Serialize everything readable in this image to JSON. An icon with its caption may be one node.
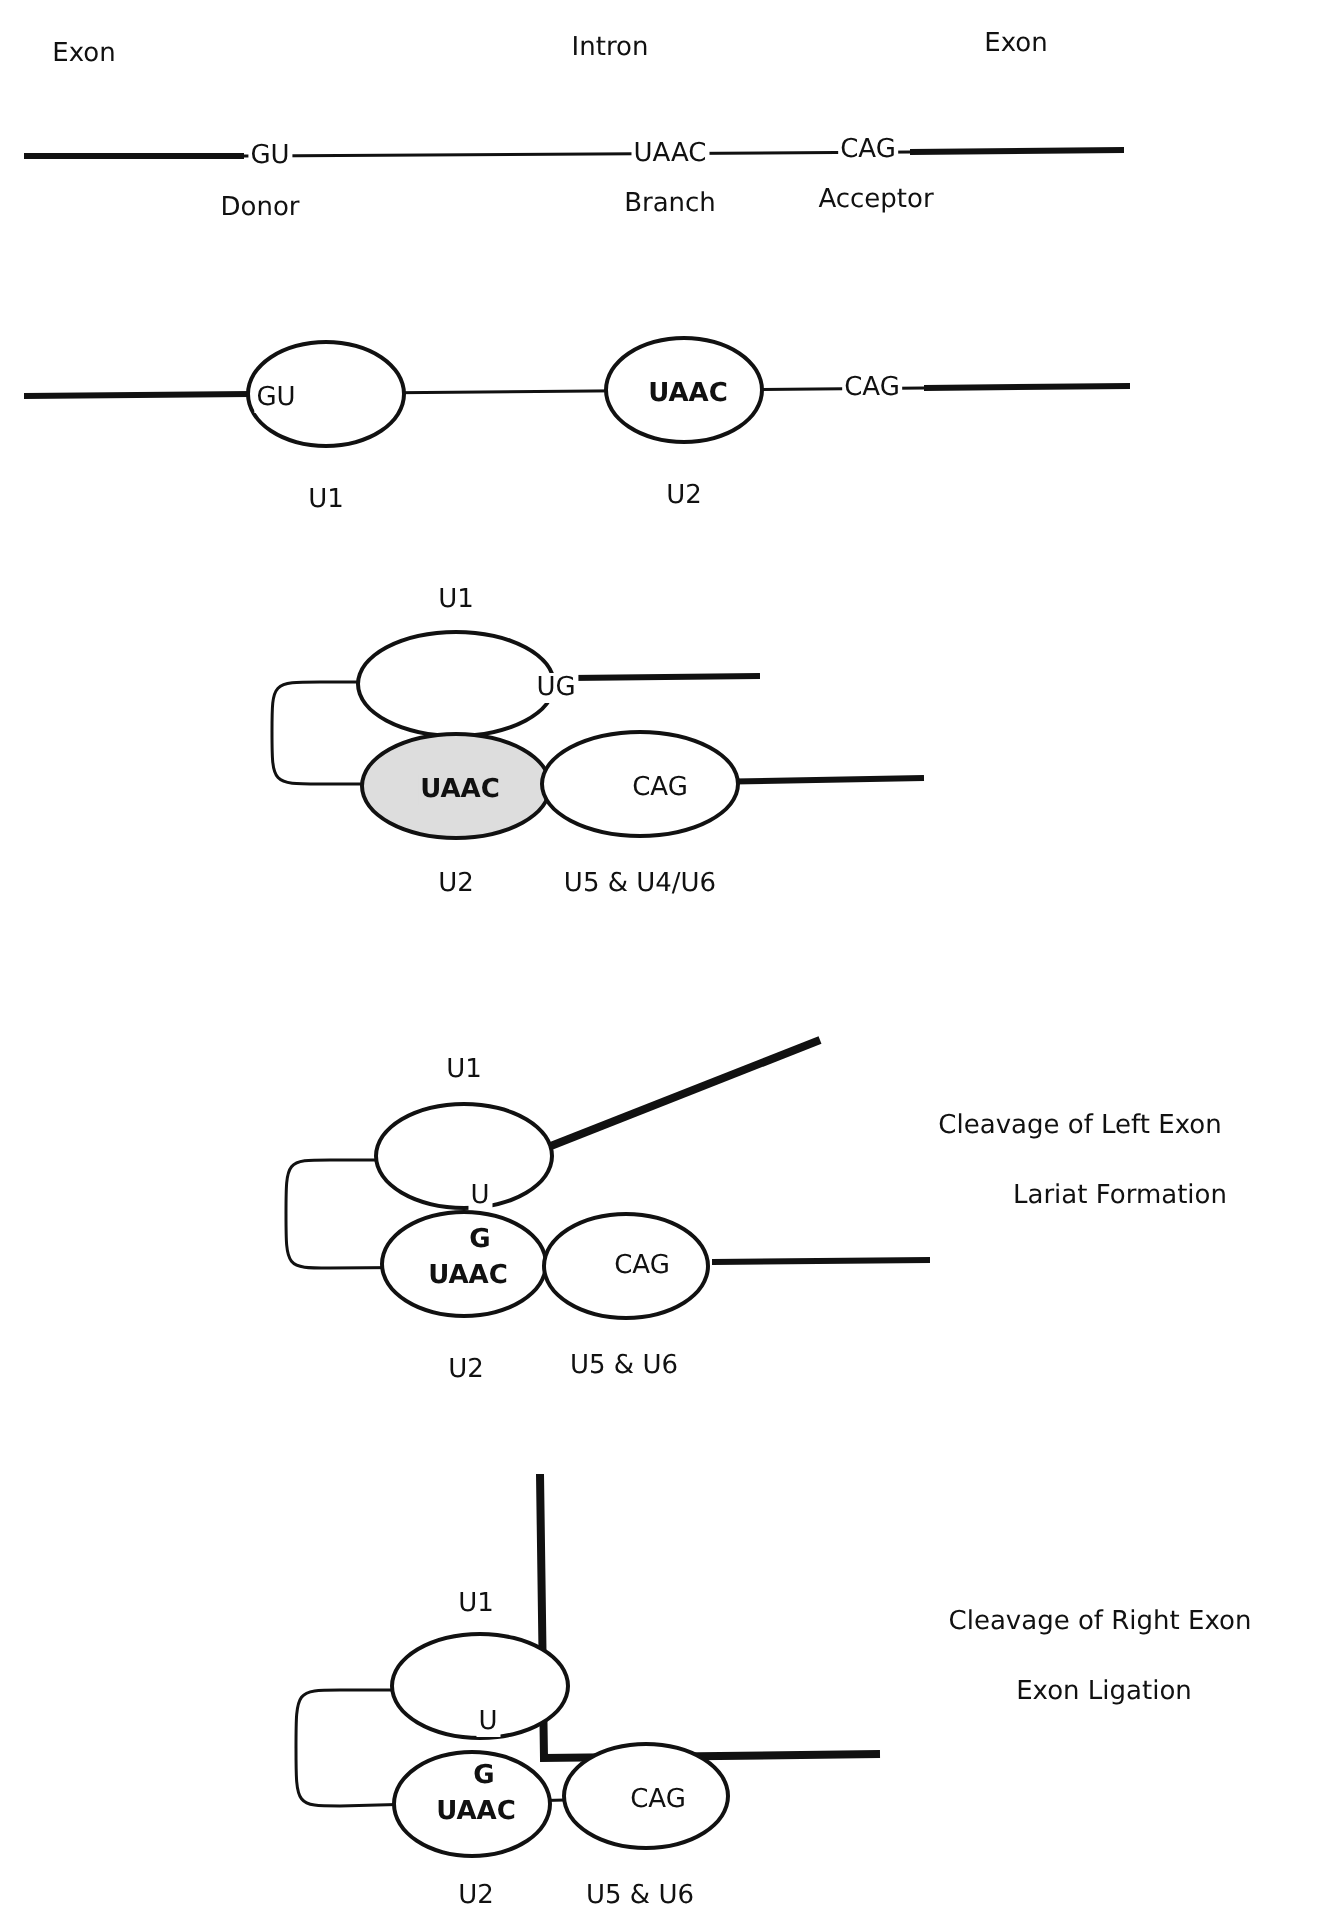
{
  "diagram": {
    "nodes": [
      {
        "text": [
          "GU"
        ],
        "beside": [
          "U1"
        ]
      },
      {
        "text": [
          "UAAC"
        ],
        "beside": [
          "U2"
        ]
      },
      {
        "text": [
          "UG"
        ],
        "beside": [
          "U1"
        ]
      },
      {
        "text": [
          "UAAC"
        ],
        "beside": [
          "U2"
        ]
      },
      {
        "text": [
          "CAG"
        ],
        "beside": [
          "U5 & U4/U6"
        ]
      },
      {
        "text": [
          "U"
        ],
        "beside": [
          "U1"
        ]
      },
      {
        "text": [
          "G",
          "UAAC"
        ],
        "beside": [
          "U2"
        ]
      },
      {
        "text": [
          "CAG"
        ],
        "beside": [
          "U5 & U6"
        ]
      },
      {
        "text": [
          "U"
        ],
        "beside": [
          "U1"
        ]
      },
      {
        "text": [
          "G",
          "UAAC"
        ],
        "beside": [
          "U2"
        ]
      },
      {
        "text": [
          "CAG"
        ],
        "beside": [
          "U5 & U6"
        ]
      }
    ],
    "labels": [
      "Exon",
      "Intron",
      "Exon",
      "GU",
      "UAAC",
      "CAG",
      "Donor",
      "Branch",
      "Acceptor",
      "CAG",
      "Cleavage of Left Exon",
      "Lariat Formation",
      "Cleavage of Right Exon",
      "Exon Ligation"
    ]
  }
}
